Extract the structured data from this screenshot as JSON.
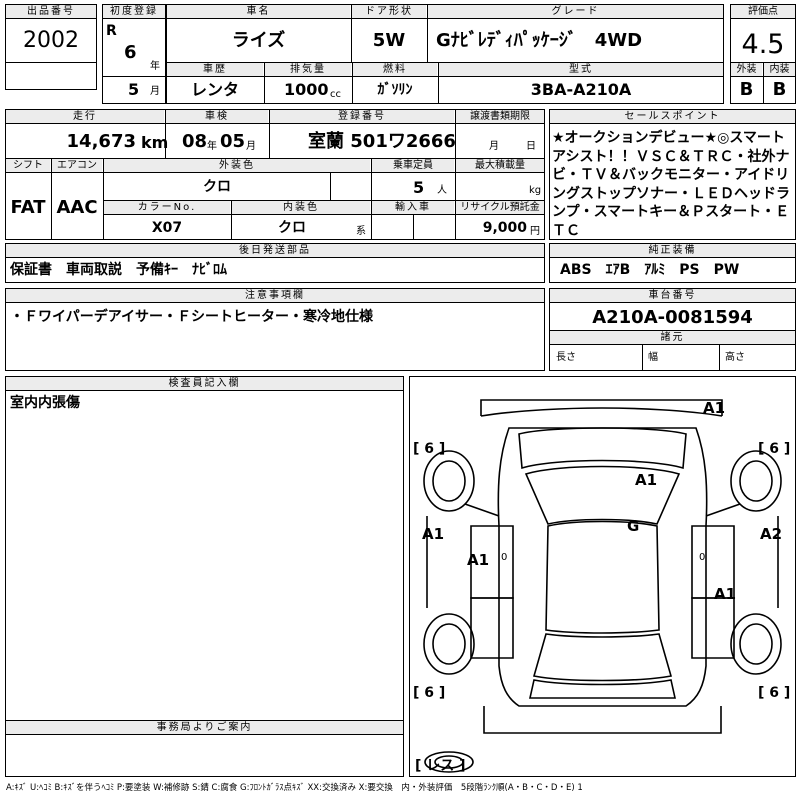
{
  "header": {
    "lot_label": "出品番号",
    "lot_no": "2002",
    "first_reg_label": "初度登録",
    "era": "R",
    "year": "6",
    "year_unit": "年",
    "month": "5",
    "month_unit": "月",
    "car_name_label": "車名",
    "car_name": "ライズ",
    "door_label": "ドア形状",
    "door": "5W",
    "grade_label": "グレード",
    "grade": "Gﾅﾋﾞﾚﾃﾞｨﾊﾟｯｹｰｼﾞ　4WD",
    "score_label": "評価点",
    "score": "4.5",
    "history_label": "車歴",
    "history": "レンタ",
    "displacement_label": "排気量",
    "displacement": "1000",
    "displacement_unit": "cc",
    "fuel_label": "燃料",
    "fuel": "ｶﾞｿﾘﾝ",
    "model_label": "型式",
    "model": "3BA-A210A",
    "exterior_label": "外装",
    "exterior": "B",
    "interior_label": "内装",
    "interior": "B"
  },
  "row2": {
    "mileage_label": "走行",
    "mileage": "14,673",
    "mileage_unit": "km",
    "inspection_label": "車検",
    "inspection_year": "08",
    "inspection_year_unit": "年",
    "inspection_month": "05",
    "inspection_month_unit": "月",
    "plate_label": "登録番号",
    "plate": "室蘭 501ワ2666",
    "transfer_label": "譲渡書類期限",
    "transfer_month_unit": "月",
    "transfer_day_unit": "日",
    "shift_label": "シフト",
    "shift": "FAT",
    "ac_label": "エアコン",
    "ac": "AAC",
    "ext_color_label": "外装色",
    "ext_color": "クロ",
    "capacity_label": "乗車定員",
    "capacity": "5",
    "capacity_unit": "人",
    "load_label": "最大積載量",
    "load_unit": "kg",
    "color_no_label": "カラーNo.",
    "color_no": "X07",
    "int_color_label": "内装色",
    "int_color": "クロ",
    "int_color_unit": "系",
    "import_label": "輸入車",
    "recycle_label": "リサイクル預託金",
    "recycle": "9,000",
    "recycle_unit": "円"
  },
  "sales": {
    "label": "セールスポイント",
    "text": "★オークションデビュー★◎スマートアシスト！！ＶＳＣ＆ＴＲＣ・社外ナビ・ＴＶ＆バックモニター・アイドリングストップソナー・ＬＥＤヘッドランプ・スマートキー＆Ｐスタート・ＥＴＣ"
  },
  "parts": {
    "label": "後日発送部品",
    "text": "保証書　車両取説　予備ｷｰ　ﾅﾋﾞﾛﾑ"
  },
  "equipment": {
    "label": "純正装備",
    "text": "ABS　ｴｱB　ｱﾙﾐ　PS　PW"
  },
  "notes": {
    "label": "注意事項欄",
    "text": "・Ｆワイパーデアイサー・Ｆシートヒーター・寒冷地仕様"
  },
  "chassis": {
    "label": "車台番号",
    "number": "A210A-0081594",
    "dims_label": "諸元",
    "length_label": "長さ",
    "width_label": "幅",
    "height_label": "高さ"
  },
  "inspector": {
    "label": "検査員記入欄",
    "text": "室内内張傷"
  },
  "office": {
    "label": "事務局よりご案内"
  },
  "diagram": {
    "marks": [
      "A1",
      "A1",
      "G",
      "A1",
      "A2",
      "A1",
      "A1"
    ],
    "brackets": [
      "[ 6 ]",
      "[ 6 ]",
      "[ 6 ]",
      "[ 6 ]"
    ],
    "spare": "[ レス ]",
    "zero": "0"
  },
  "legend": "A:ｷｽﾞ U:ﾍｺﾐ B:ｷｽﾞを伴うﾍｺﾐ P:要塗装 W:補修跡 S:錆 C:腐食 G:ﾌﾛﾝﾄｶﾞﾗｽ点ｷｽﾞ XX:交換済み X:要交換　内・外装評価　5段階ﾗﾝｸ順(A・B・C・D・E) 1"
}
